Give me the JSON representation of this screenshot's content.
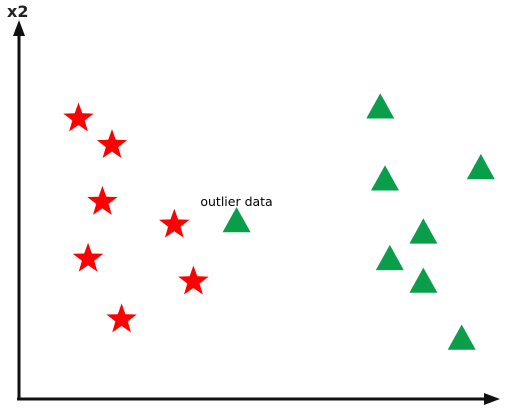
{
  "chart_data": {
    "type": "scatter",
    "title": "",
    "xlabel": "",
    "ylabel": "x2",
    "xlim": [
      0,
      100
    ],
    "ylim": [
      0,
      100
    ],
    "grid": false,
    "legend": "none",
    "series": [
      {
        "marker": "star",
        "color": "#ff0000",
        "points": [
          {
            "x": 12,
            "y": 74
          },
          {
            "x": 19,
            "y": 67
          },
          {
            "x": 17,
            "y": 52
          },
          {
            "x": 32,
            "y": 46
          },
          {
            "x": 14,
            "y": 37
          },
          {
            "x": 36,
            "y": 31
          },
          {
            "x": 21,
            "y": 21
          }
        ]
      },
      {
        "marker": "triangle",
        "color": "#0a9e4b",
        "points": [
          {
            "x": 75,
            "y": 77
          },
          {
            "x": 96,
            "y": 61
          },
          {
            "x": 76,
            "y": 58
          },
          {
            "x": 45,
            "y": 47
          },
          {
            "x": 84,
            "y": 44
          },
          {
            "x": 77,
            "y": 37
          },
          {
            "x": 84,
            "y": 31
          },
          {
            "x": 92,
            "y": 16
          }
        ]
      }
    ],
    "annotations": [
      {
        "text": "outlier data",
        "x": 45,
        "y": 52
      }
    ]
  }
}
